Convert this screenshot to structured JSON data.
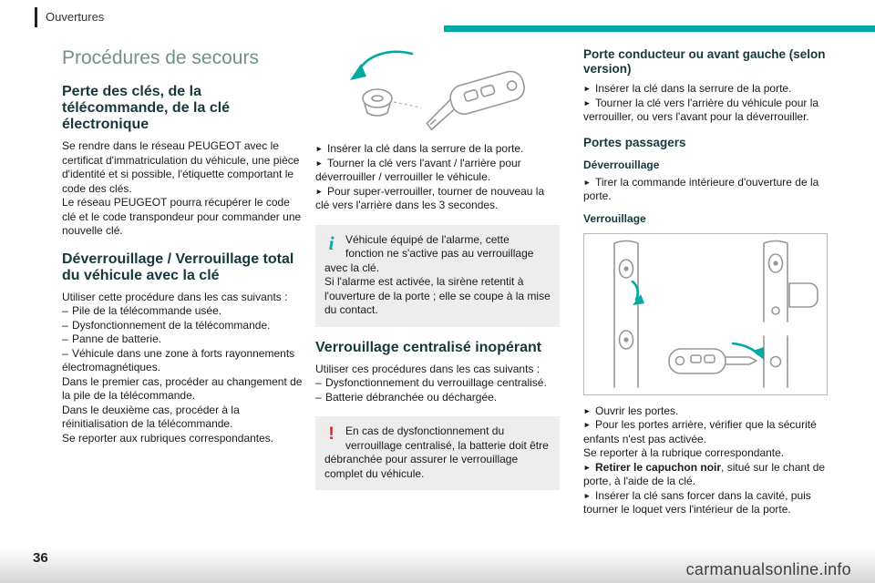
{
  "meta": {
    "accent_color": "#00a9a1",
    "heading_color": "#16383c",
    "title_color": "#70908e"
  },
  "markers": {
    "step": "►",
    "bullet": "–"
  },
  "icons": {
    "info": "i",
    "warning": "!"
  },
  "header": {
    "chapter": "Ouvertures"
  },
  "footer": {
    "page_number": "36",
    "watermark": "carmanualsonline.info"
  },
  "col1": {
    "title": "Procédures de secours",
    "s1": {
      "heading": "Perte des clés, de la télécommande, de la clé électronique",
      "p1": "Se rendre dans le réseau PEUGEOT avec le certificat d'immatriculation du véhicule, une pièce d'identité et si possible, l'étiquette comportant le code des clés.",
      "p2": "Le réseau PEUGEOT pourra récupérer le code clé et le code transpondeur pour commander une nouvelle clé."
    },
    "s2": {
      "heading": "Déverrouillage / Verrouillage total du véhicule avec la clé",
      "intro": "Utiliser cette procédure dans les cas suivants :",
      "bullets": [
        "Pile de la télécommande usée.",
        "Dysfonctionnement de la télécommande.",
        "Panne de batterie.",
        "Véhicule dans une zone à forts rayonnements électromagnétiques."
      ],
      "p1": "Dans le premier cas, procéder au changement de la pile de la télécommande.",
      "p2": "Dans le deuxième cas, procéder à la réinitialisation de la télécommande.",
      "p3": "Se reporter aux rubriques correspondantes."
    }
  },
  "col2": {
    "steps": [
      "Insérer la clé dans la serrure de la porte.",
      "Tourner la clé vers l'avant / l'arrière pour déverrouiller / verrouiller le véhicule.",
      "Pour super-verrouiller, tourner de nouveau la clé vers l'arrière dans les 3 secondes."
    ],
    "info": {
      "l1": "Véhicule équipé de l'alarme, cette fonction ne s'active pas au verrouillage avec la clé.",
      "l2": "Si l'alarme est activée, la sirène retentit à l'ouverture de la porte ; elle se coupe à la mise du contact."
    },
    "s1": {
      "heading": "Verrouillage centralisé inopérant",
      "intro": "Utiliser ces procédures dans les cas suivants :",
      "bullets": [
        "Dysfonctionnement du verrouillage centralisé.",
        "Batterie débranchée ou déchargée."
      ]
    },
    "warning": "En cas de dysfonctionnement du verrouillage centralisé, la batterie doit être débranchée pour assurer le verrouillage complet du véhicule."
  },
  "col3": {
    "s1": {
      "heading": "Porte conducteur ou avant gauche (selon version)",
      "steps": [
        "Insérer la clé dans la serrure de la porte.",
        "Tourner la clé vers l'arrière du véhicule pour la verrouiller, ou vers l'avant pour la déverrouiller."
      ]
    },
    "s2": {
      "heading": "Portes passagers",
      "sub_unlock": "Déverrouillage",
      "unlock_step": "Tirer la commande intérieure d'ouverture de la porte.",
      "sub_lock": "Verrouillage",
      "lock_steps": [
        "Ouvrir les portes.",
        "Pour les portes arrière, vérifier que la sécurité enfants n'est pas activée."
      ],
      "note": "Se reporter à la rubrique correspondante.",
      "cap_bold": "Retirer le capuchon noir",
      "cap_rest": ", situé sur le chant de porte, à l'aide de la clé.",
      "last_step": "Insérer la clé sans forcer dans la cavité, puis tourner le loquet vers l'intérieur de la porte."
    }
  }
}
